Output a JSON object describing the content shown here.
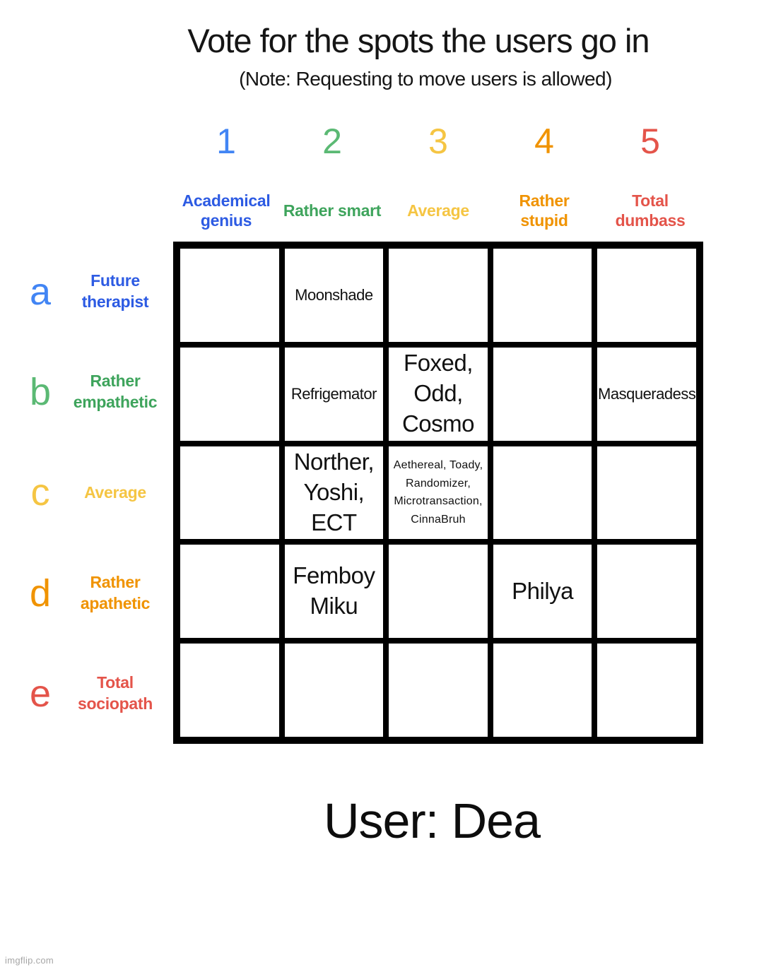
{
  "title": "Vote for the spots the users go in",
  "subtitle": "(Note: Requesting to move users is allowed)",
  "footer": "User: Dea",
  "watermark": "imgflip.com",
  "palette": {
    "blue_numeral": "#4285F4",
    "blue_label": "#2D5BE3",
    "green_numeral": "#5BB974",
    "green_label": "#3EA45C",
    "yellow": "#F5C543",
    "orange": "#F09300",
    "red": "#E4544A"
  },
  "columns": [
    {
      "number": "1",
      "label": "Academical genius",
      "number_color": "#4285F4",
      "label_color": "#2D5BE3"
    },
    {
      "number": "2",
      "label": "Rather smart",
      "number_color": "#5BB974",
      "label_color": "#3EA45C"
    },
    {
      "number": "3",
      "label": "Average",
      "number_color": "#F5C543",
      "label_color": "#F5C543"
    },
    {
      "number": "4",
      "label": "Rather stupid",
      "number_color": "#F09300",
      "label_color": "#F09300"
    },
    {
      "number": "5",
      "label": "Total dumbass",
      "number_color": "#E4544A",
      "label_color": "#E4544A"
    }
  ],
  "rows": [
    {
      "letter": "a",
      "label": "Future therapist",
      "letter_color": "#4285F4",
      "label_color": "#2D5BE3"
    },
    {
      "letter": "b",
      "label": "Rather empathetic",
      "letter_color": "#5BB974",
      "label_color": "#3EA45C"
    },
    {
      "letter": "c",
      "label": "Average",
      "letter_color": "#F5C543",
      "label_color": "#F5C543"
    },
    {
      "letter": "d",
      "label": "Rather apathetic",
      "letter_color": "#F09300",
      "label_color": "#F09300"
    },
    {
      "letter": "e",
      "label": "Total sociopath",
      "letter_color": "#E4544A",
      "label_color": "#E4544A"
    }
  ],
  "cells": [
    {
      "row": "a",
      "col": "2",
      "text": "Moonshade",
      "size": "small"
    },
    {
      "row": "b",
      "col": "2",
      "text": "Refrigemator",
      "size": "small"
    },
    {
      "row": "b",
      "col": "3",
      "text": "Foxed,\nOdd,\nCosmo",
      "size": "large"
    },
    {
      "row": "b",
      "col": "5",
      "text": "Masqueradess",
      "size": "small"
    },
    {
      "row": "c",
      "col": "2",
      "text": "Norther,\nYoshi,\nECT",
      "size": "large"
    },
    {
      "row": "c",
      "col": "3",
      "text": "Aethereal, Toady,\nRandomizer,\nMicrotransaction,\nCinnaBruh",
      "size": "tiny"
    },
    {
      "row": "d",
      "col": "2",
      "text": "Femboy\nMiku",
      "size": "large"
    },
    {
      "row": "d",
      "col": "4",
      "text": "Philya",
      "size": "large"
    }
  ]
}
